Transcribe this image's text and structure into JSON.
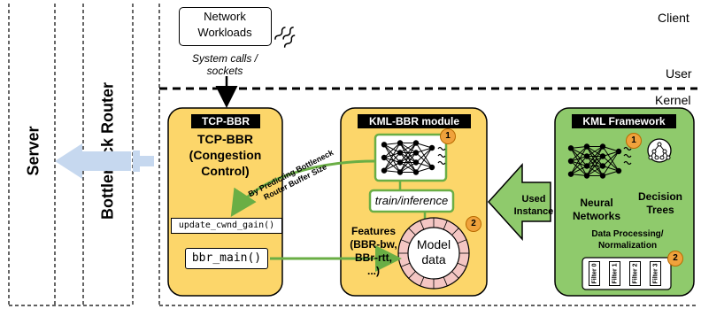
{
  "layers": {
    "client": "Client",
    "user": "User",
    "kernel": "Kernel"
  },
  "nodes": {
    "server": "Server",
    "router": "Bottleneck Router",
    "workloads": "Network\nWorkloads",
    "syscalls": "System calls /\nsockets"
  },
  "tcp_bbr": {
    "title": "TCP-BBR",
    "heading": "TCP-BBR\n(Congestion\nControl)",
    "fn_update": "update_cwnd_gain()",
    "fn_main": "bbr_main()"
  },
  "kml_bbr": {
    "title": "KML-BBR module",
    "train": "train/inference",
    "model": "Model\ndata",
    "features": "Features\n(BBR-bw,\nBBr-rtt,\n...)",
    "predict": "By Predicting Bottleneck\nRouter Buffer Size"
  },
  "kml_fw": {
    "title": "KML Framework",
    "nn": "Neural\nNetworks",
    "dt": "Decision\nTrees",
    "dp": "Data Processing/\nNormalization",
    "filters": [
      "Filter 0",
      "Filter 1",
      "Filter 2",
      "Filter 3"
    ]
  },
  "used_instance": "Used\nInstance",
  "badges": [
    "1",
    "2",
    "1",
    "2"
  ],
  "colors": {
    "tcp_panel": "#fcd66a",
    "kml_panel": "#fcd66a",
    "fw_panel": "#8fca6c",
    "arrow_green": "#6aae45",
    "arrow_blue": "#c6d8ef",
    "badge": "#f0a23c",
    "ring": "#f4c6c3"
  }
}
